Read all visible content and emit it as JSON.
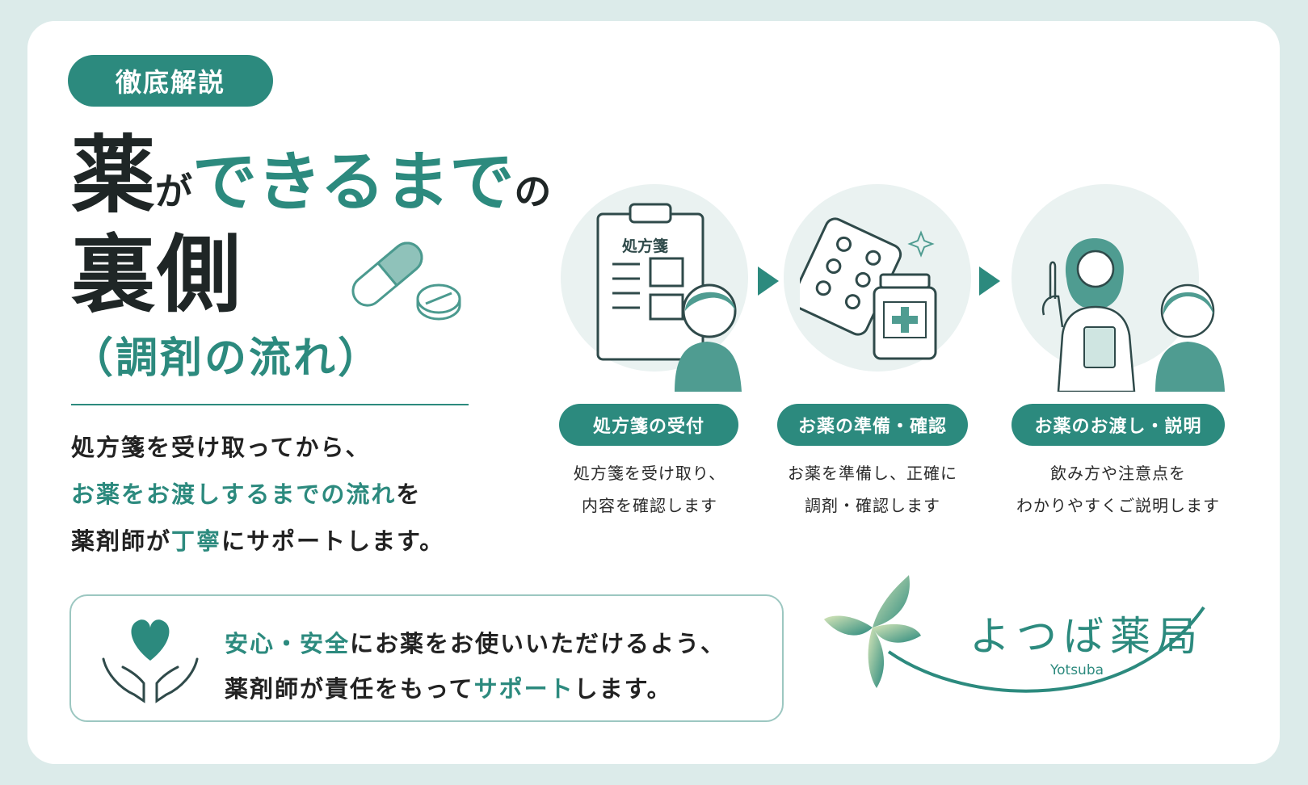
{
  "badge": "徹底解説",
  "title": {
    "part1": "薬",
    "part2": "が",
    "part3": "できるまで",
    "part4": "の",
    "line2": "裏側",
    "subtitle": "（調剤の流れ）"
  },
  "description": {
    "line1": "処方箋を受け取ってから、",
    "line2_accent": "お薬をお渡しするまでの流れ",
    "line2_rest": "を",
    "line3_pre": "薬剤師が",
    "line3_accent": "丁寧",
    "line3_post": "にサポートします。"
  },
  "steps": [
    {
      "label": "処方箋の受付",
      "desc1": "処方箋を受け取り、",
      "desc2": "内容を確認します",
      "art_text": "処方箋"
    },
    {
      "label": "お薬の準備・確認",
      "desc1": "お薬を準備し、正確に",
      "desc2": "調剤・確認します"
    },
    {
      "label": "お薬のお渡し・説明",
      "desc1": "飲み方や注意点を",
      "desc2": "わかりやすくご説明します"
    }
  ],
  "bottom": {
    "l1_accent": "安心・安全",
    "l1_rest": "にお薬をお使いいただけるよう、",
    "l2_pre": "薬剤師が責任をもって",
    "l2_accent": "サポート",
    "l2_post": "します。"
  },
  "logo": {
    "name": "よつば薬局",
    "sub": "Yotsuba"
  },
  "colors": {
    "accent": "#2c8a7e",
    "background": "#dcebea",
    "circle": "#eaf2f1"
  },
  "icons": [
    "capsule-icon",
    "clipboard-icon",
    "pill-blister-icon",
    "medicine-bottle-icon",
    "pharmacist-illustration",
    "heart-hands-icon",
    "clover-logo-icon"
  ]
}
